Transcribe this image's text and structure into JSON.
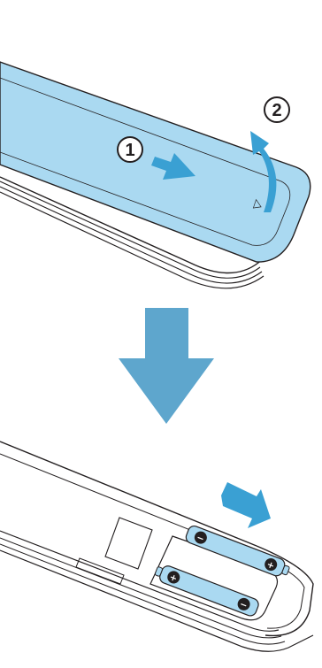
{
  "steps": [
    {
      "number": "1",
      "description": "slide-cover-arrow"
    },
    {
      "number": "2",
      "description": "lift-cover-arrow"
    }
  ],
  "cover_mark": "△",
  "battery_polarity": {
    "negative": "−",
    "positive": "+"
  },
  "colors": {
    "cover_fill": "#aad9f1",
    "arrow_blue": "#3aa0d3",
    "big_arrow": "#5ea6cd",
    "outline": "#231f20",
    "background": "#ffffff"
  },
  "icons": [
    "cover-slide-arrow-icon",
    "cover-lift-arrow-icon",
    "down-arrow-icon",
    "battery-insert-arrow-icon",
    "battery-icon"
  ]
}
